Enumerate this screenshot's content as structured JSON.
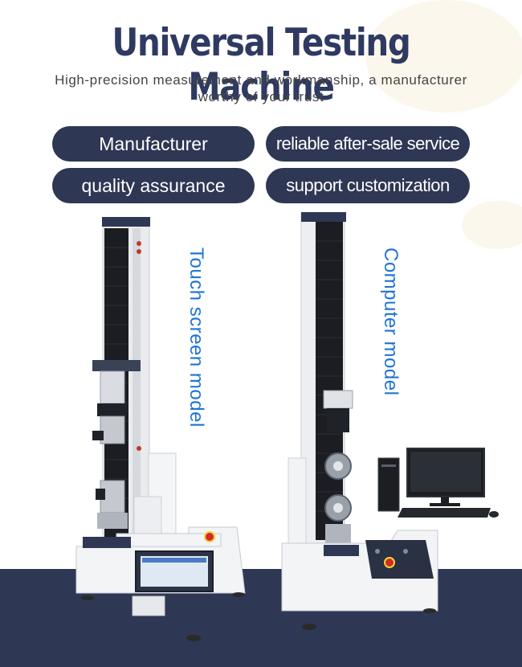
{
  "header": {
    "title": "Universal Testing Machine",
    "subtitle": "High-precision measurement and workmanship, a manufacturer worthy of your trust"
  },
  "features": [
    {
      "label": "Manufacturer"
    },
    {
      "label": "reliable after-sale service"
    },
    {
      "label": "quality assurance"
    },
    {
      "label": "support customization"
    }
  ],
  "models": [
    {
      "label": "Touch screen model"
    },
    {
      "label": "Computer model"
    }
  ],
  "colors": {
    "navy": "#2e3753",
    "title": "#2f3a62",
    "accent_blue": "#1f74d6",
    "machine_white": "#f3f4f6",
    "bellows": "#1b1d22",
    "emergency_red": "#d42b22"
  }
}
